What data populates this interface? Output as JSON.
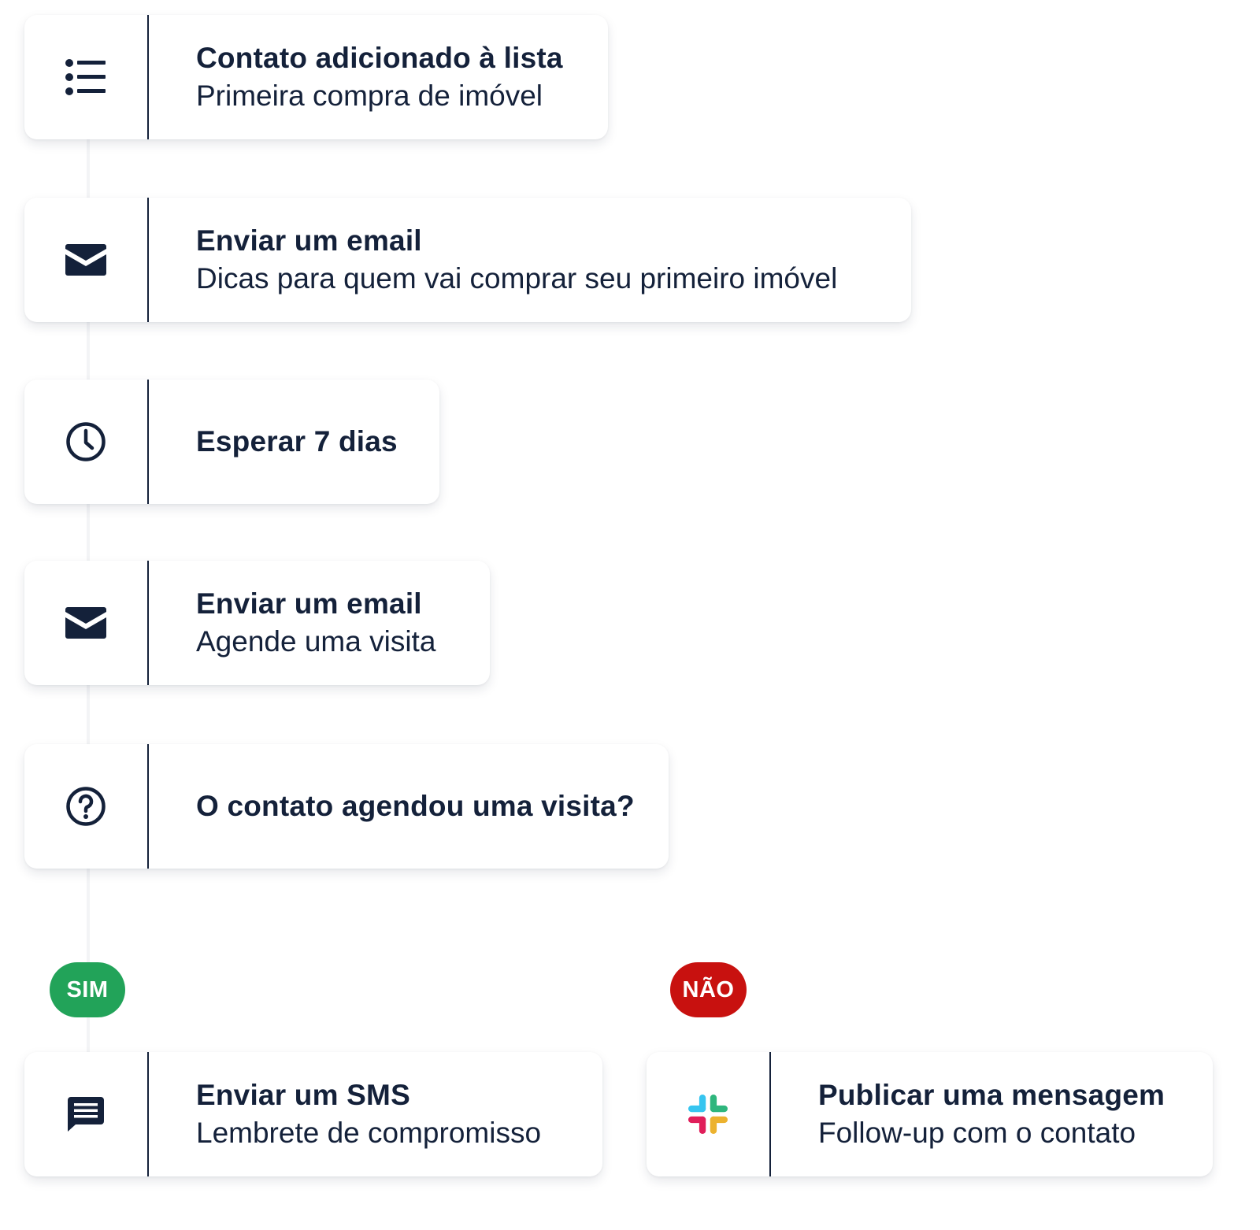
{
  "colors": {
    "text": "#14213a",
    "yes": "#22a359",
    "no": "#c8110f",
    "slack_blue": "#36c5f0",
    "slack_green": "#2eb67d",
    "slack_yellow": "#ecb22e",
    "slack_red": "#e01e5a"
  },
  "steps": [
    {
      "icon": "list-icon",
      "title": "Contato adicionado à lista",
      "subtitle": "Primeira compra de imóvel"
    },
    {
      "icon": "envelope-icon",
      "title": "Enviar um email",
      "subtitle": "Dicas para quem vai comprar seu primeiro imóvel"
    },
    {
      "icon": "clock-icon",
      "title": "Esperar 7 dias"
    },
    {
      "icon": "envelope-icon",
      "title": "Enviar um email",
      "subtitle": "Agende uma visita"
    },
    {
      "icon": "question-icon",
      "title": "O contato agendou uma visita?"
    }
  ],
  "branches": {
    "yes": {
      "label": "SIM",
      "step": {
        "icon": "chat-icon",
        "title": "Enviar um SMS",
        "subtitle": "Lembrete de compromisso"
      }
    },
    "no": {
      "label": "NÃO",
      "step": {
        "icon": "slack-icon",
        "title": "Publicar uma mensagem",
        "subtitle": "Follow-up com o contato"
      }
    }
  }
}
